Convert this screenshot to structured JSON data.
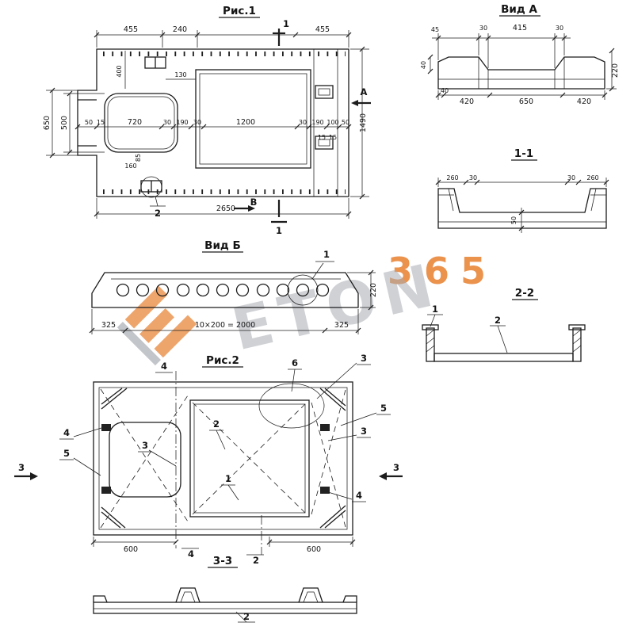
{
  "watermark": {
    "brand": "ETON",
    "number": "365",
    "accent_color": "#e8802f",
    "gray_color": "#a9adb3"
  },
  "fig1": {
    "title": "Рис.1",
    "top_dims": [
      "455",
      "240",
      "455"
    ],
    "section_top": "1",
    "section_bottom": "1",
    "view_a": "А",
    "view_b": "В",
    "dim_650": "650",
    "dim_500": "500",
    "dim_400": "400",
    "dim_130": "130",
    "chain": [
      "50",
      "15",
      "720",
      "30",
      "190",
      "30",
      "1200",
      "30",
      "190",
      "100",
      "50"
    ],
    "dim_15a": "15",
    "dim_15b": "15",
    "dim_85": "85",
    "dim_160": "160",
    "dim_height": "1490",
    "dim_width": "2650",
    "leader_2": "2"
  },
  "vida": {
    "title": "Вид А",
    "dim_45": "45",
    "top_chain": [
      "30",
      "415",
      "30"
    ],
    "dim_40_left": "40",
    "dim_220": "220",
    "bottom_chain": [
      "40",
      "420",
      "650",
      "420"
    ]
  },
  "sec11": {
    "title": "1-1",
    "left_chain": [
      "260",
      "30"
    ],
    "right_chain": [
      "30",
      "260"
    ],
    "dim_50": "50"
  },
  "vidb": {
    "title": "Вид Б",
    "dim_220": "220",
    "bottom_chain": [
      "325",
      "10×200 = 2000",
      "325"
    ],
    "leader_1": "1"
  },
  "sec22": {
    "title": "2-2",
    "leader_1": "1",
    "leader_2": "2"
  },
  "fig2": {
    "title": "Рис.2",
    "leaders": {
      "n1": "1",
      "n2": "2",
      "n3a": "3",
      "n3b": "3",
      "n3c": "3",
      "n4a": "4",
      "n4b": "4",
      "n5a": "5",
      "n5b": "5",
      "n6": "6"
    },
    "section_4_top": "4",
    "section_4_bottom": "4",
    "section_2_bottom": "2",
    "section_3_left": "3",
    "section_3_right": "3",
    "dim_600_left": "600",
    "dim_600_right": "600"
  },
  "sec33": {
    "title": "3-3",
    "leader_2": "2"
  }
}
